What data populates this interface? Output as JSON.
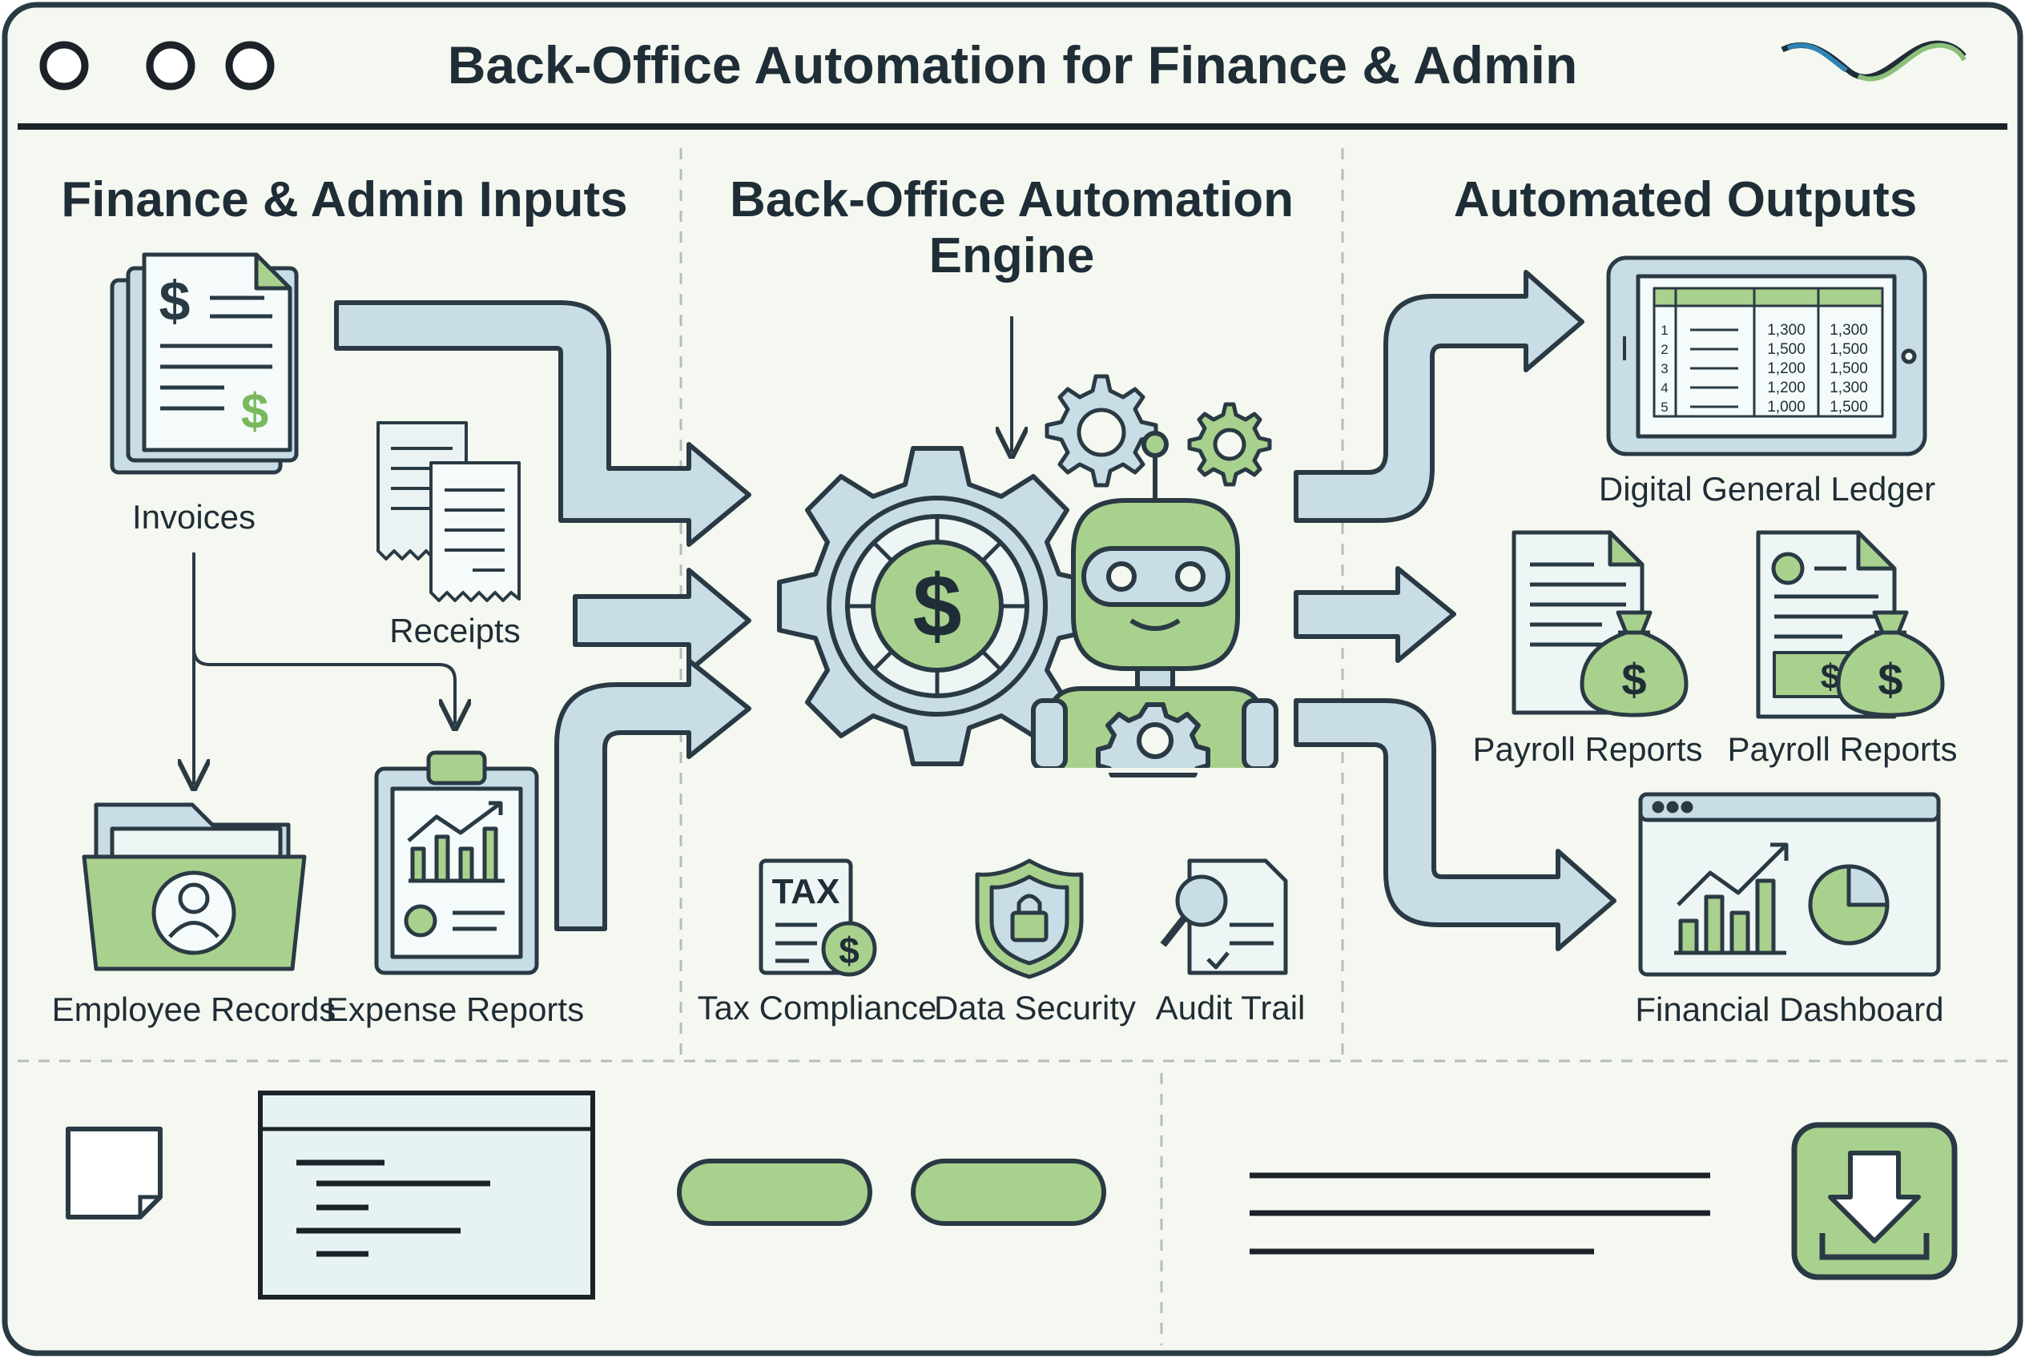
{
  "window": {
    "title": "Back-Office Automation for Finance & Admin",
    "controls": [
      "circle-button",
      "circle-button",
      "circle-button"
    ],
    "logo_icon": "wave-logo-icon"
  },
  "columns": {
    "inputs": {
      "heading": "Finance & Admin Inputs",
      "items": [
        {
          "label": "Invoices",
          "icon": "invoice-document-icon"
        },
        {
          "label": "Receipts",
          "icon": "receipt-icon"
        },
        {
          "label": "Employee Records",
          "icon": "employee-folder-icon"
        },
        {
          "label": "Expense Reports",
          "icon": "clipboard-chart-icon"
        }
      ]
    },
    "engine": {
      "heading_line1": "Back-Office Automation",
      "heading_line2": "Engine",
      "icons": [
        "dollar-gear-icon",
        "robot-icon",
        "gears-icon"
      ],
      "features": [
        {
          "label": "Tax Compliance",
          "icon": "tax-document-icon",
          "icon_text": "TAX"
        },
        {
          "label": "Data Security",
          "icon": "shield-lock-icon"
        },
        {
          "label": "Audit Trail",
          "icon": "magnifier-document-icon"
        }
      ]
    },
    "outputs": {
      "heading": "Automated Outputs",
      "items": [
        {
          "label": "Digital General Ledger",
          "icon": "tablet-ledger-icon"
        },
        {
          "label": "Payroll Reports",
          "icon": "payroll-report-icon"
        },
        {
          "label": "Payroll Reports",
          "icon": "payroll-report-icon"
        },
        {
          "label": "Financial Dashboard",
          "icon": "dashboard-chart-icon"
        }
      ]
    }
  },
  "ledger": {
    "rows": [
      {
        "n": "1",
        "a": "1,300",
        "b": "1,300"
      },
      {
        "n": "2",
        "a": "1,500",
        "b": "1,500"
      },
      {
        "n": "3",
        "a": "1,200",
        "b": "1,500"
      },
      {
        "n": "4",
        "a": "1,200",
        "b": "1,300"
      },
      {
        "n": "5",
        "a": "1,000",
        "b": "1,500"
      }
    ]
  },
  "bottom_bar": {
    "items": [
      "note-icon",
      "text-panel",
      "pill-button",
      "pill-button",
      "text-lines",
      "download-icon"
    ]
  },
  "colors": {
    "green": "#a9d18e",
    "blue": "#c8dde6",
    "stroke": "#2a3a44",
    "background": "#f4f7ef"
  }
}
